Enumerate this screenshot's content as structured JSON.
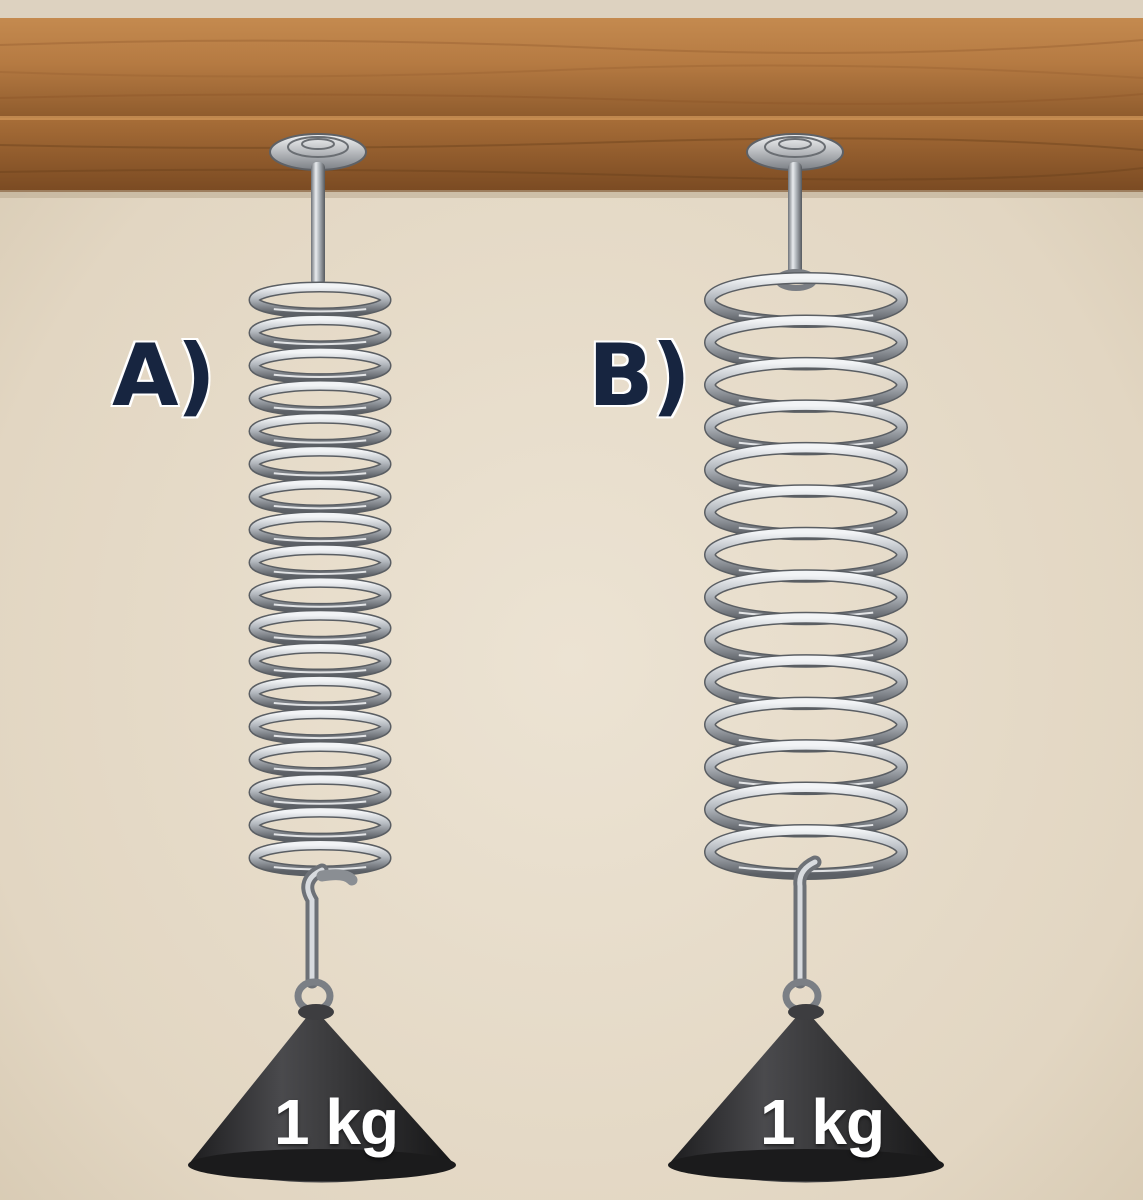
{
  "springs": [
    {
      "label": "A)",
      "weight_label": "1 kg"
    },
    {
      "label": "B)",
      "weight_label": "1 kg"
    }
  ],
  "colors": {
    "shelf_wood": "#b57a42",
    "wall": "#e6dccb",
    "spring_steel": "#b8bcc2",
    "weight_iron": "#2e2e30",
    "label_text": "#172540"
  }
}
